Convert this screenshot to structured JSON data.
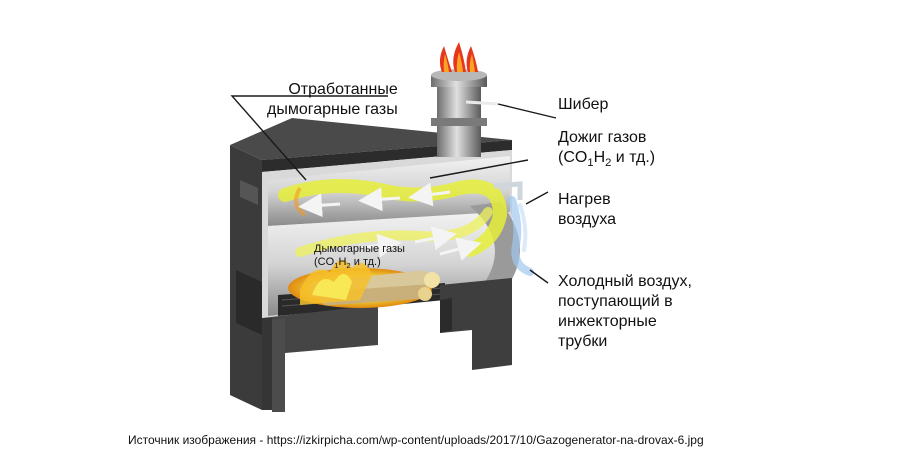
{
  "labels": {
    "exhaust_gases_line1": "Отработанные",
    "exhaust_gases_line2": "дымогарные газы",
    "damper": "Шибер",
    "afterburn_line1": "Дожиг газов",
    "afterburn_open": "(CO",
    "afterburn_sub1": "1",
    "afterburn_h": "H",
    "afterburn_sub2": "2",
    "afterburn_close": " и тд.)",
    "air_heating_line1": "Нагрев",
    "air_heating_line2": "воздуха",
    "cold_air_line1": "Холодный воздух,",
    "cold_air_line2": "поступающий в",
    "cold_air_line3": "инжекторные",
    "cold_air_line4": "трубки",
    "inner_line1": "Дымогарные газы",
    "inner_open": "(CO",
    "inner_sub1": "1",
    "inner_h": "H",
    "inner_sub2": "2",
    "inner_close": " и тд.)"
  },
  "source": "Источник изображения - https://izkirpicha.com/wp-content/uploads/2017/10/Gazogenerator-na-drovax-6.jpg",
  "colors": {
    "steel_dark": "#3a3a3a",
    "steel_light": "#c8c8c8",
    "flame_yellow": "#e6ee3a",
    "flame_orange": "#f39a1e",
    "cold_air": "#9fc7ee"
  }
}
